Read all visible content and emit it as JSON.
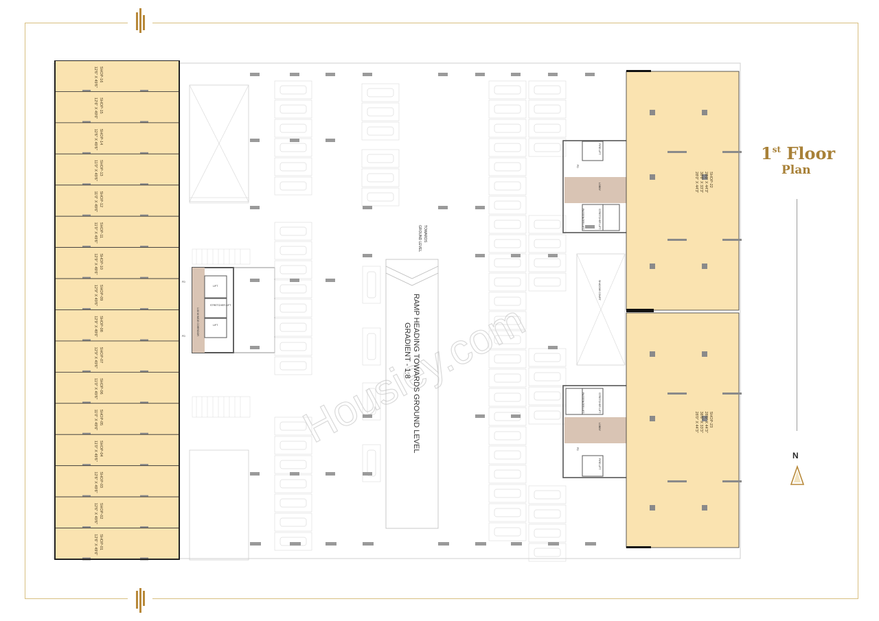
{
  "title": {
    "line1": "1",
    "line1_sup": "st",
    "line1_rest": " Floor",
    "line2": "Plan"
  },
  "north_label": "N",
  "watermark": "Housiey.com",
  "ramp": {
    "line1": "RAMP HEADING TOWARDS GROUND LEVEL",
    "line2": "GRADIENT - 1:8",
    "towards": "TOWARDS",
    "ground_level": "GROUND LEVEL"
  },
  "left_shops": [
    {
      "name": "SHOP-16",
      "size": "12'6\" X 49'6\""
    },
    {
      "name": "SHOP-15",
      "size": "12'6\" X 49'6\""
    },
    {
      "name": "SHOP-14",
      "size": "12'6\" X 49'6\""
    },
    {
      "name": "SHOP-13",
      "size": "11'0\" X 49'6\""
    },
    {
      "name": "SHOP-12",
      "size": "11'0\" X 49'6\""
    },
    {
      "name": "SHOP-11",
      "size": "11'0\" X 49'6\""
    },
    {
      "name": "SHOP-10",
      "size": "12'9\" X 49'6\""
    },
    {
      "name": "SHOP-09",
      "size": "12'9\" X 49'6\""
    },
    {
      "name": "SHOP-08",
      "size": "12'9\" X 49'6\""
    },
    {
      "name": "SHOP-07",
      "size": "12'9\" X 49'6\""
    },
    {
      "name": "SHOP-06",
      "size": "11'0\" X 49'6\""
    },
    {
      "name": "SHOP-05",
      "size": "11'0\" X 49'6\""
    },
    {
      "name": "SHOP-04",
      "size": "11'0\" X 49'6\""
    },
    {
      "name": "SHOP-03",
      "size": "12'6\" X 49'6\""
    },
    {
      "name": "SHOP-02",
      "size": "12'6\" X 49'6\""
    },
    {
      "name": "SHOP-01",
      "size": "12'6\" X 49'6\""
    }
  ],
  "right_shops": [
    {
      "name": "SHOP-22",
      "dims": [
        "28'0\" X 44'3\"",
        "38'6\" X 33'3\"",
        "28'0\" X 44'3\""
      ]
    },
    {
      "name": "SHOP-23",
      "dims": [
        "28'0\" X 44'3\"",
        "38'6\" X 33'3\"",
        "28'0\" X 44'3\""
      ]
    }
  ],
  "core_labels": {
    "lobby": "LOBBY",
    "lift": "LIFT",
    "fire_lift": "FIRE LIFT",
    "stretcher_lift": "STRETCHER LIFT",
    "passenger_lift": "PASSENGER LIFT",
    "fd": "FD",
    "corridor": "1.80 M WIDE CORRIDOR",
    "shaft": "SHADOW COURT"
  },
  "colors": {
    "shop_fill": "#fae3b0",
    "lobby_fill": "#d9c4b4",
    "gold": "#c9a24e",
    "wall": "#9a9a9a"
  }
}
